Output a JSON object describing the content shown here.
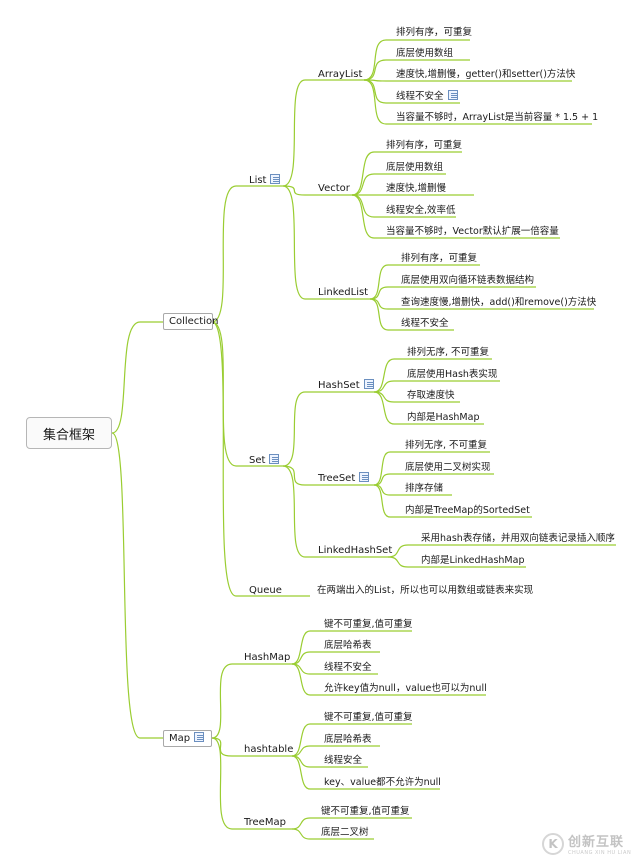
{
  "root": "集合框架",
  "collection": {
    "label": "Collection",
    "list": {
      "label": "List",
      "arraylist": {
        "label": "ArrayList",
        "items": [
          "排列有序，可重复",
          "底层使用数组",
          "速度快,增删慢，getter()和setter()方法快",
          "线程不安全",
          "当容量不够时，ArrayList是当前容量 * 1.5 + 1"
        ]
      },
      "vector": {
        "label": "Vector",
        "items": [
          "排列有序，可重复",
          "底层使用数组",
          "速度快,增删慢",
          "线程安全,效率低",
          "当容量不够时，Vector默认扩展一倍容量"
        ]
      },
      "linkedlist": {
        "label": "LinkedList",
        "items": [
          "排列有序，可重复",
          "底层使用双向循环链表数据结构",
          "查询速度慢,增删快，add()和remove()方法快",
          "线程不安全"
        ]
      }
    },
    "set": {
      "label": "Set",
      "hashset": {
        "label": "HashSet",
        "items": [
          "排列无序, 不可重复",
          "底层使用Hash表实现",
          "存取速度快",
          "内部是HashMap"
        ]
      },
      "treeset": {
        "label": "TreeSet",
        "items": [
          "排列无序, 不可重复",
          "底层使用二叉树实现",
          "排序存储",
          "内部是TreeMap的SortedSet"
        ]
      },
      "linkedhashset": {
        "label": "LinkedHashSet",
        "items": [
          "采用hash表存储，并用双向链表记录插入顺序",
          "内部是LinkedHashMap"
        ]
      }
    },
    "queue": {
      "label": "Queue",
      "desc": "在两端出入的List，所以也可以用数组或链表来实现"
    }
  },
  "map": {
    "label": "Map",
    "hashmap": {
      "label": "HashMap",
      "items": [
        "键不可重复,值可重复",
        "底层哈希表",
        "线程不安全",
        "允许key值为null，value也可以为null"
      ]
    },
    "hashtable": {
      "label": "hashtable",
      "items": [
        "键不可重复,值可重复",
        "底层哈希表",
        "线程安全",
        "key、value都不允许为null"
      ]
    },
    "treemap": {
      "label": "TreeMap",
      "items": [
        "键不可重复,值可重复",
        "底层二叉树"
      ]
    }
  },
  "watermark": {
    "cn": "创新互联",
    "en": "CHUANG XIN HU LIAN"
  },
  "colors": {
    "branch": "#9acd32"
  }
}
